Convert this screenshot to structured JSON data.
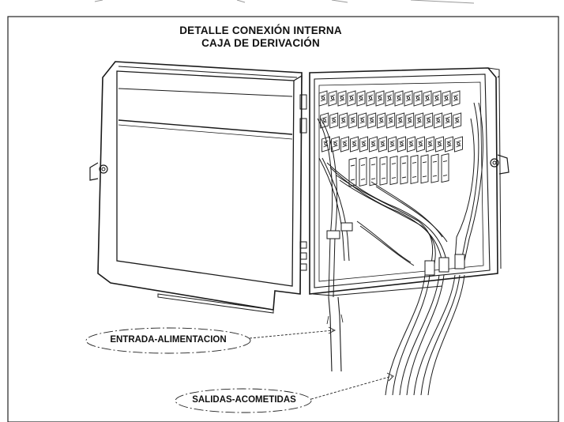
{
  "header": {
    "title_line1": "DETALLE CONEXIÓN INTERNA",
    "title_line2": "CAJA DE DERIVACIÓN"
  },
  "callouts": {
    "input": "ENTRADA-ALIMENTACION",
    "outputs": "SALIDAS-ACOMETIDAS"
  },
  "colors": {
    "line": "#1a1a1a",
    "paper": "#ffffff"
  }
}
